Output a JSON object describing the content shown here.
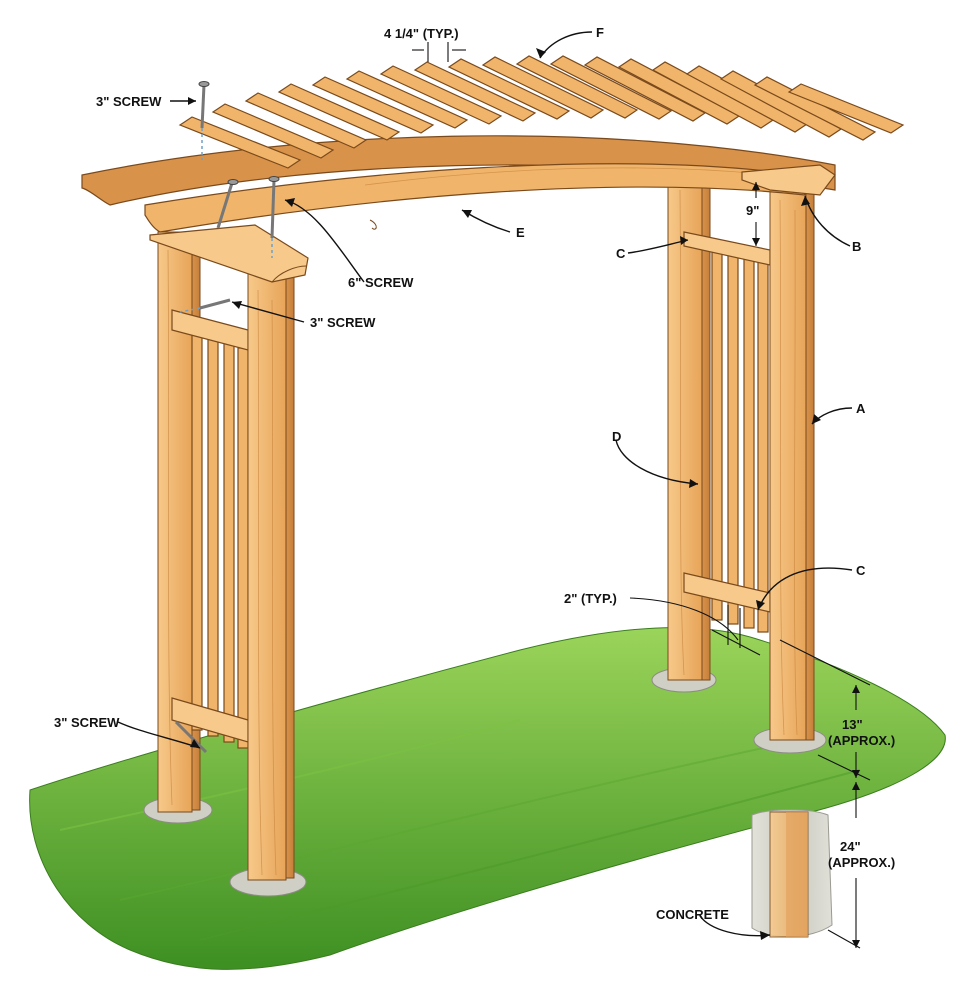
{
  "colors": {
    "wood_light": "#f7c98a",
    "wood_mid": "#f0b46a",
    "wood_dark": "#d9924a",
    "wood_outline": "#7a4a1c",
    "grass_light": "#8fd14f",
    "grass_dark": "#3d8f22",
    "concrete": "#d4d4cc",
    "text": "#111111"
  },
  "labels": {
    "rafter_spacing": "4 1/4\" (TYP.)",
    "part_f": "F",
    "screw_top": "3\" SCREW",
    "part_e": "E",
    "screw_6": "6\" SCREW",
    "screw_mid": "3\" SCREW",
    "part_c_top": "C",
    "part_b": "B",
    "dim_9": "9\"",
    "part_a": "A",
    "part_d": "D",
    "part_c_bottom": "C",
    "slat_gap": "2\" (TYP.)",
    "screw_bottom": "3\" SCREW",
    "dim_13_a": "13\"",
    "dim_13_b": "(APPROX.)",
    "dim_24_a": "24\"",
    "dim_24_b": "(APPROX.)",
    "concrete": "CONCRETE"
  }
}
